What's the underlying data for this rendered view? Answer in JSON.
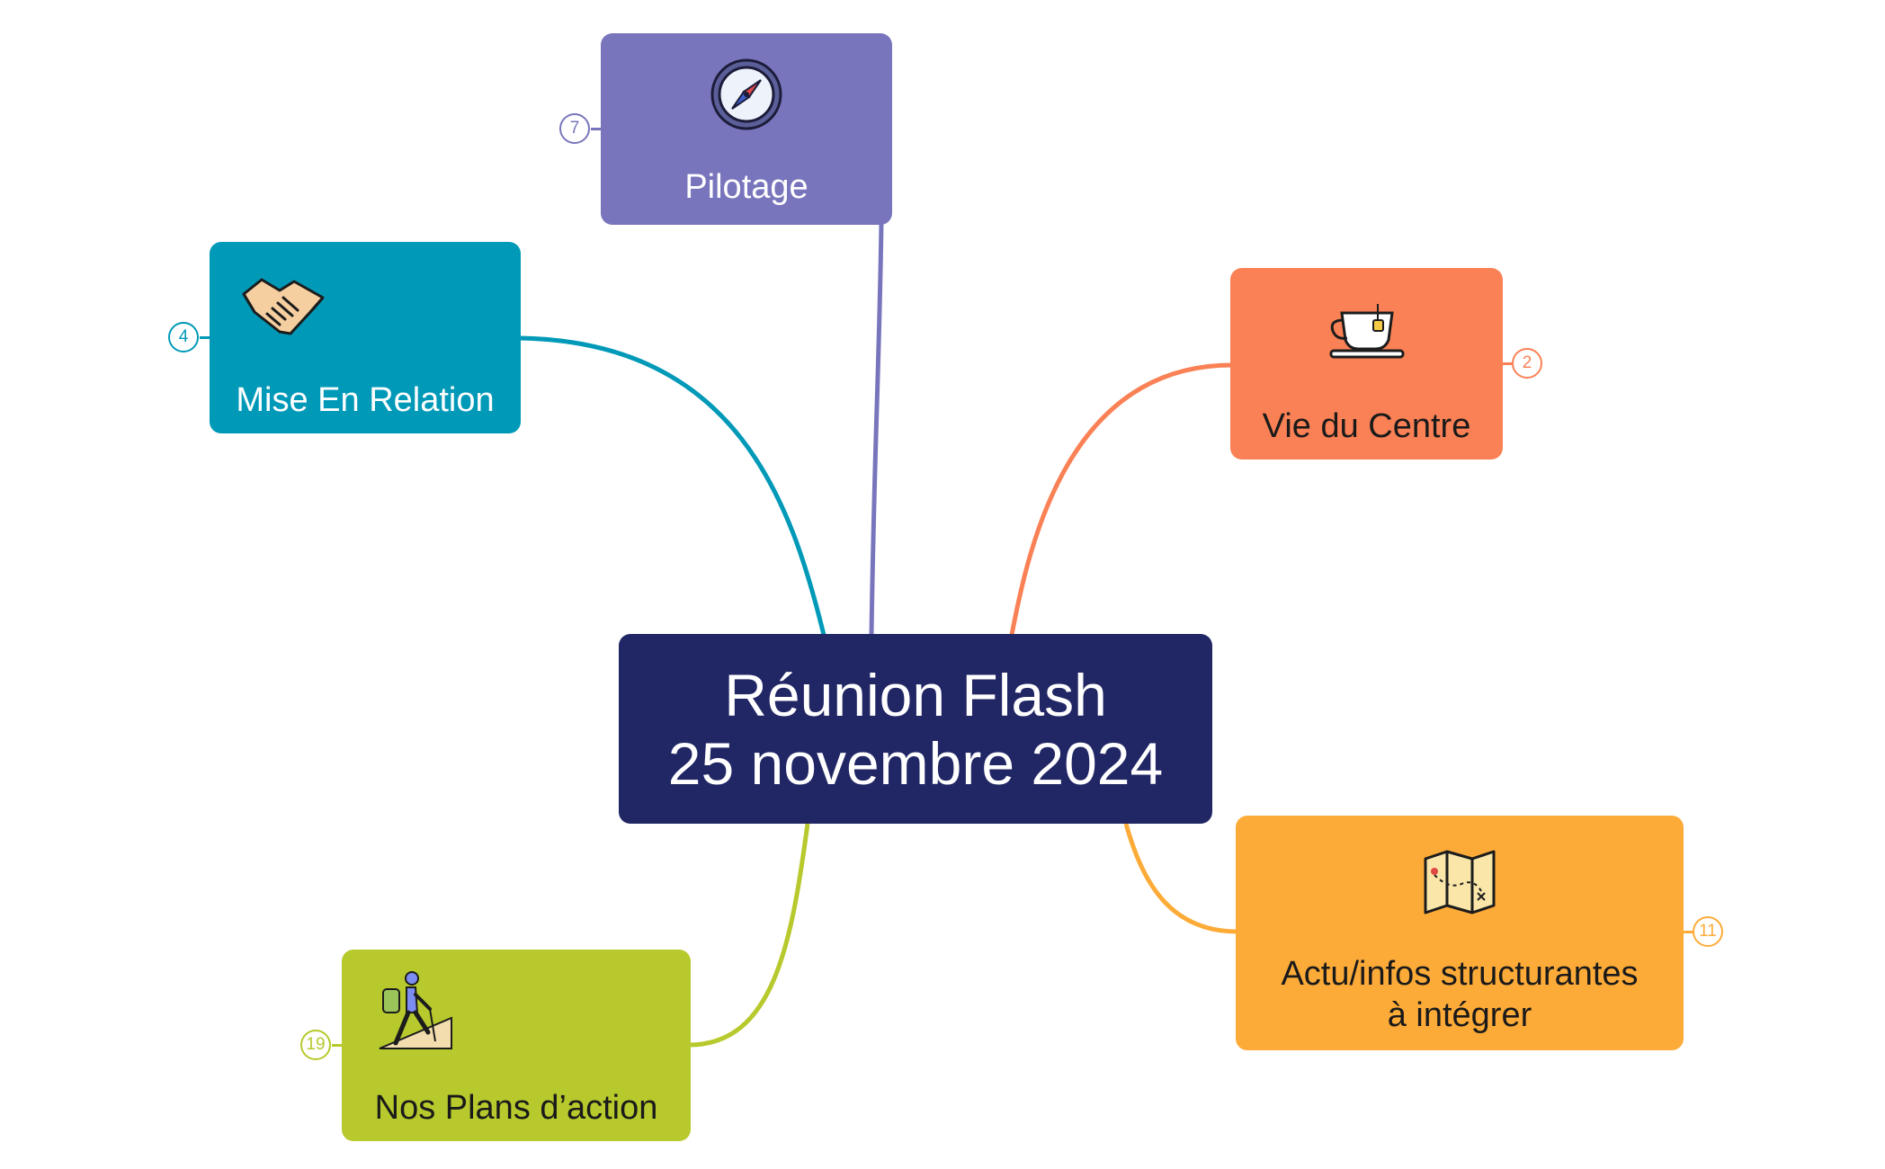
{
  "central": {
    "line1": "Réunion Flash",
    "line2": "25 novembre 2024"
  },
  "topics": {
    "pilotage": {
      "label": "Pilotage",
      "count": "7",
      "color": "#7875BD",
      "text_color": "#ffffff",
      "icon": "compass-icon"
    },
    "mise_en_relation": {
      "label": "Mise En Relation",
      "count": "4",
      "color": "#0099B8",
      "text_color": "#ffffff",
      "icon": "handshake-icon"
    },
    "vie_du_centre": {
      "label": "Vie du Centre",
      "count": "2",
      "color": "#FA8155",
      "text_color": "#1a1a1a",
      "icon": "teacup-icon"
    },
    "actu_infos": {
      "label_line1": "Actu/infos structurantes",
      "label_line2": "à intégrer",
      "count": "11",
      "color": "#FDAB38",
      "text_color": "#1a1a1a",
      "icon": "map-icon"
    },
    "plans_action": {
      "label": "Nos Plans d’action",
      "count": "19",
      "color": "#B7C92C",
      "text_color": "#1a1a1a",
      "icon": "hiker-icon"
    }
  }
}
